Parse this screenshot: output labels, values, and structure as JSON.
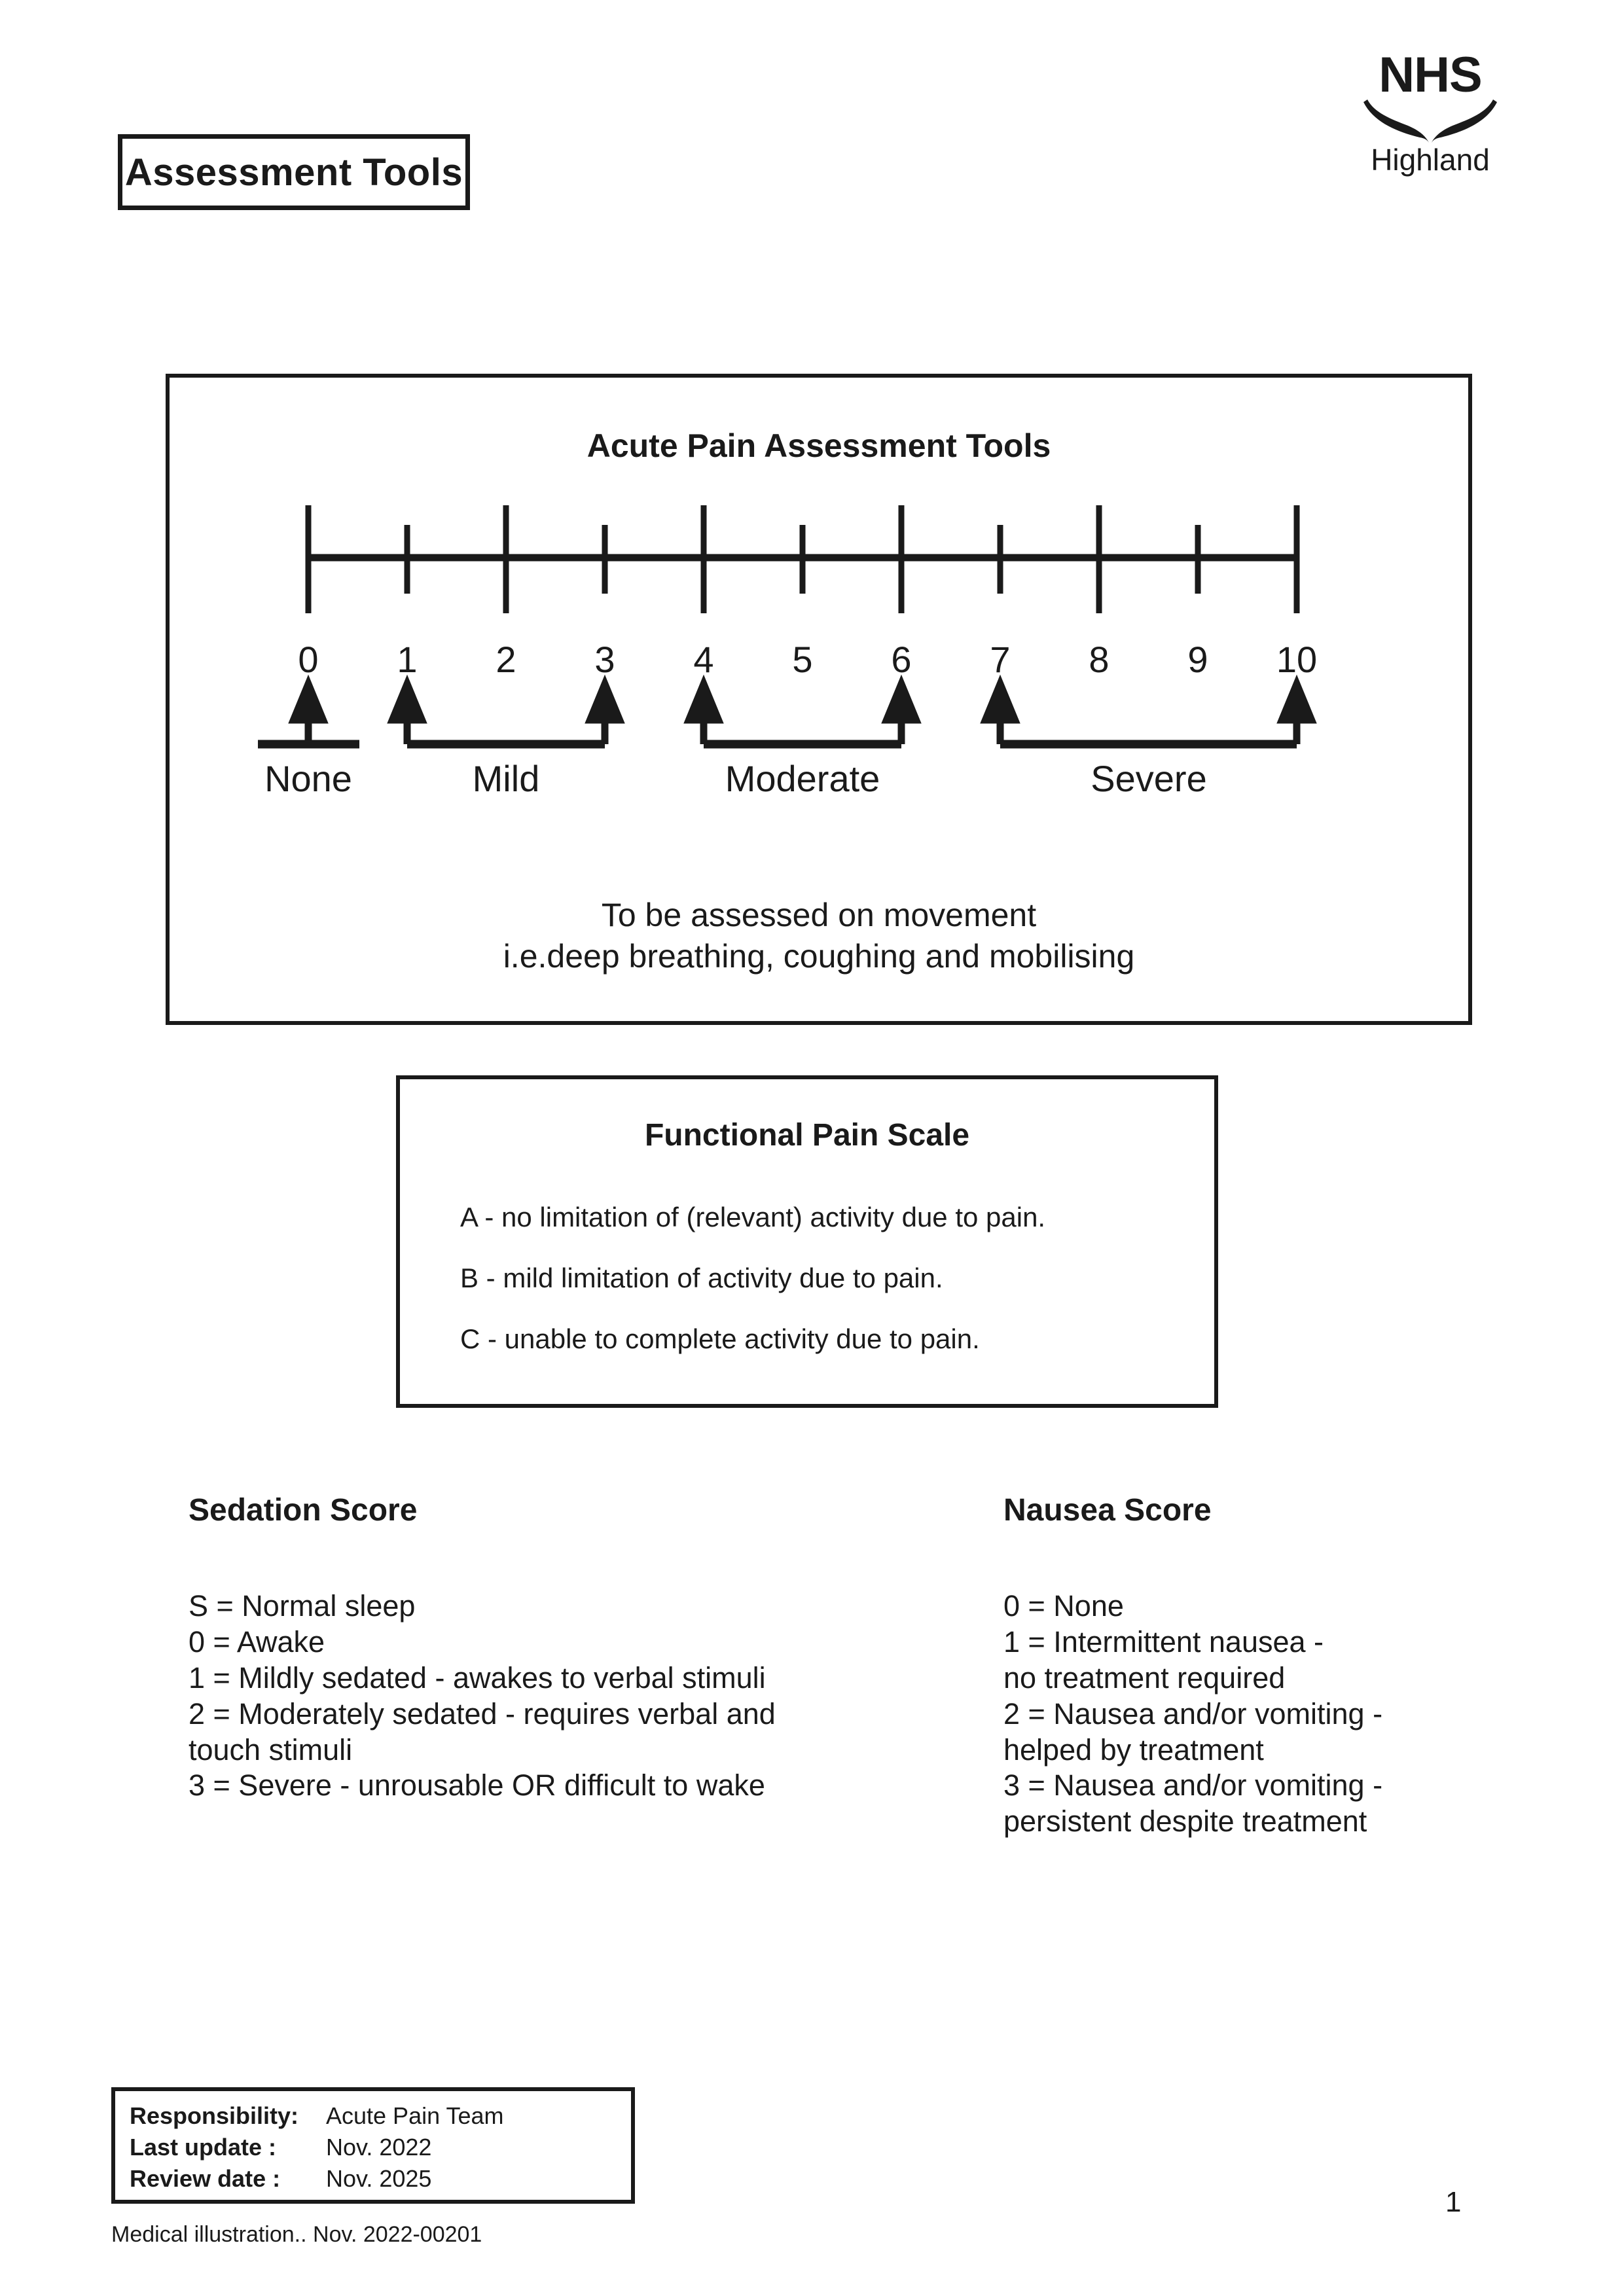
{
  "header": {
    "title": "Assessment Tools",
    "logo": {
      "name": "NHS",
      "region": "Highland"
    }
  },
  "pain_box": {
    "title": "Acute Pain Assessment Tools",
    "note_line1": "To be assessed on movement",
    "note_line2": "i.e.deep breathing, coughing and mobilising",
    "scale_numbers": [
      "0",
      "1",
      "2",
      "3",
      "4",
      "5",
      "6",
      "7",
      "8",
      "9",
      "10"
    ],
    "categories": [
      {
        "label": "None",
        "from": 0,
        "to": 0
      },
      {
        "label": "Mild",
        "from": 1,
        "to": 3
      },
      {
        "label": "Moderate",
        "from": 4,
        "to": 6
      },
      {
        "label": "Severe",
        "from": 7,
        "to": 10
      }
    ]
  },
  "chart_data": {
    "type": "scale",
    "title": "Acute Pain Assessment Tools",
    "xlabel": "",
    "ylabel": "",
    "x": [
      0,
      1,
      2,
      3,
      4,
      5,
      6,
      7,
      8,
      9,
      10
    ],
    "tick_labels": [
      "0",
      "1",
      "2",
      "3",
      "4",
      "5",
      "6",
      "7",
      "8",
      "9",
      "10"
    ],
    "major_ticks": [
      0,
      2,
      4,
      6,
      8,
      10
    ],
    "minor_ticks": [
      1,
      3,
      5,
      7,
      9
    ],
    "xlim": [
      0,
      10
    ],
    "grid": false,
    "legend": "none",
    "annotations": [
      {
        "text": "None",
        "range": [
          0,
          0
        ]
      },
      {
        "text": "Mild",
        "range": [
          1,
          3
        ]
      },
      {
        "text": "Moderate",
        "range": [
          4,
          6
        ]
      },
      {
        "text": "Severe",
        "range": [
          7,
          10
        ]
      }
    ],
    "note": "To be assessed on movement i.e.deep breathing, coughing and mobilising"
  },
  "functional_pain_scale": {
    "title": "Functional Pain Scale",
    "items": [
      "A - no limitation of (relevant) activity due to pain.",
      "B - mild limitation of activity due to pain.",
      "C - unable to complete activity due to pain."
    ]
  },
  "sedation_score": {
    "title": "Sedation Score",
    "items": [
      "S = Normal sleep",
      "0 = Awake",
      "1 = Mildly sedated - awakes to verbal stimuli",
      "2 = Moderately sedated - requires verbal and\n      touch stimuli",
      "3 = Severe - unrousable OR difficult to wake"
    ]
  },
  "nausea_score": {
    "title": "Nausea Score",
    "items": [
      "0 = None",
      "1 = Intermittent nausea -\n      no treatment required",
      "2 = Nausea and/or vomiting -\n      helped by treatment",
      "3 = Nausea and/or vomiting -\n      persistent despite treatment"
    ]
  },
  "footer": {
    "rows": [
      {
        "label": "Responsibility:",
        "value": "Acute Pain Team"
      },
      {
        "label": "Last update :",
        "value": "Nov. 2022"
      },
      {
        "label": "Review date :",
        "value": "Nov. 2025"
      }
    ],
    "medical_illustration": "Medical illustration.. Nov. 2022-00201",
    "page_number": "1"
  }
}
